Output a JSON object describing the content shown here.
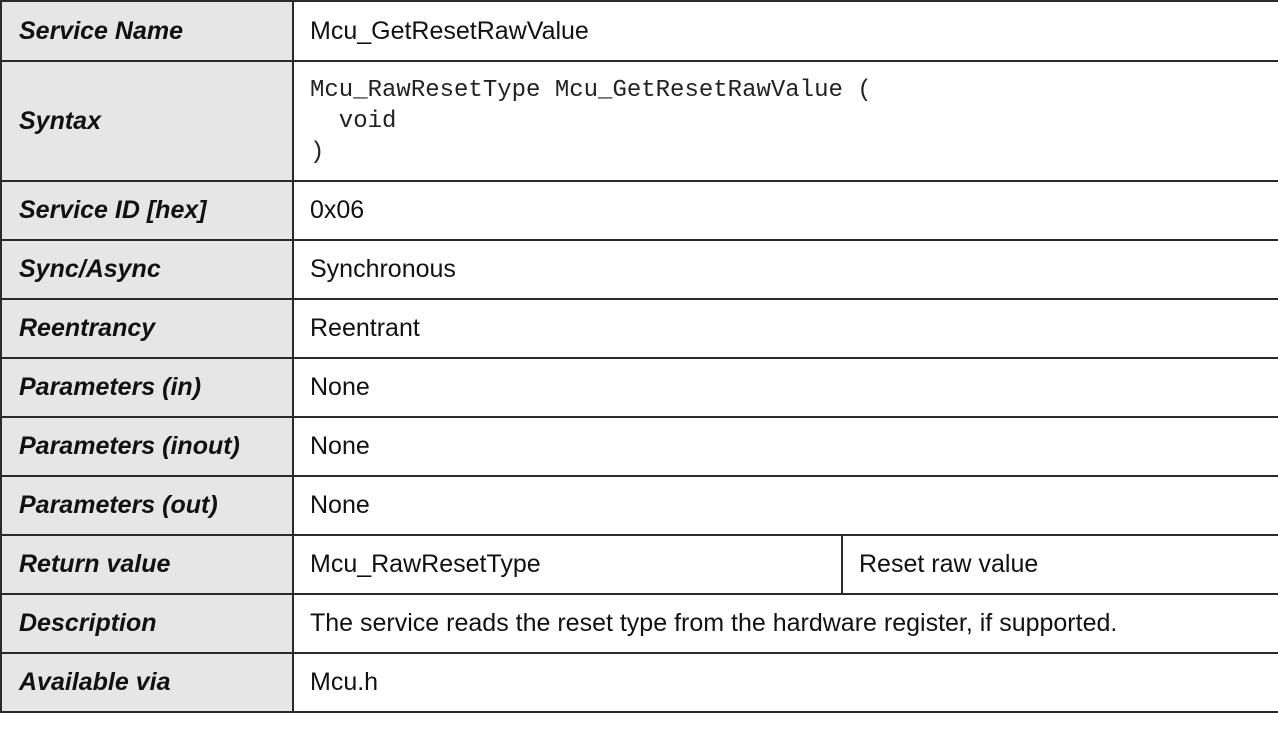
{
  "rows": {
    "service_name": {
      "label": "Service Name",
      "value": "Mcu_GetResetRawValue"
    },
    "syntax": {
      "label": "Syntax",
      "line1": "Mcu_RawResetType Mcu_GetResetRawValue (",
      "line2": "  void",
      "line3": ")"
    },
    "service_id": {
      "label": "Service ID [hex]",
      "value": "0x06"
    },
    "sync_async": {
      "label": "Sync/Async",
      "value": "Synchronous"
    },
    "reentrancy": {
      "label": "Reentrancy",
      "value": "Reentrant"
    },
    "params_in": {
      "label": "Parameters (in)",
      "value": "None"
    },
    "params_inout": {
      "label": "Parameters (inout)",
      "value": "None"
    },
    "params_out": {
      "label": "Parameters (out)",
      "value": "None"
    },
    "return_value": {
      "label": "Return value",
      "type": "Mcu_RawResetType",
      "desc": "Reset raw value"
    },
    "description": {
      "label": "Description",
      "value": "The service reads the reset type from the hardware register, if supported."
    },
    "available_via": {
      "label": "Available via",
      "value": "Mcu.h"
    }
  }
}
